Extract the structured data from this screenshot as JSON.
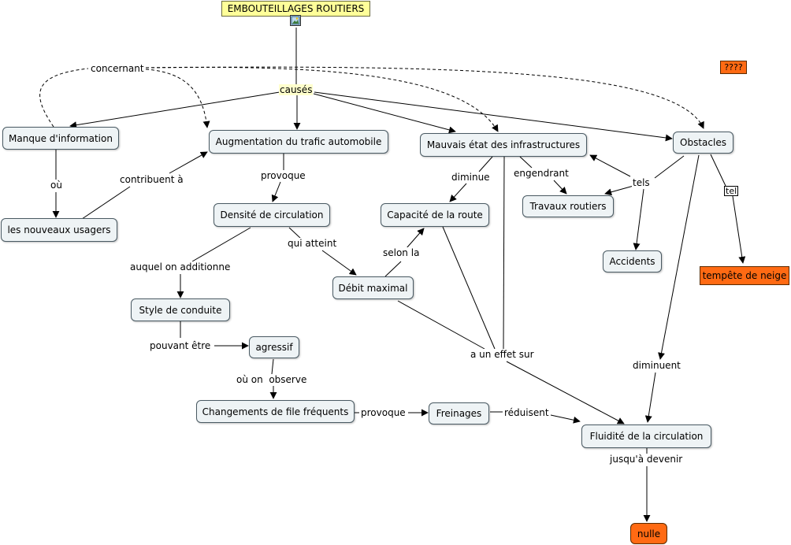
{
  "nodes": {
    "title": "EMBOUTEILLAGES ROUTIERS",
    "unknown": "????",
    "manque": "Manque d'information",
    "augmentation": "Augmentation du trafic automobile",
    "mauvais": "Mauvais état des infrastructures",
    "obstacles": "Obstacles",
    "nouveaux": "les nouveaux usagers",
    "densite": "Densité de circulation",
    "capacite": "Capacité de la route",
    "travaux": "Travaux routiers",
    "accidents": "Accidents",
    "tempete": "tempête de neige",
    "style": "Style de conduite",
    "debit": "Débit maximal",
    "agressif": "agressif",
    "changements": "Changements de file fréquents",
    "freinages": "Freinages",
    "fluidite": "Fluidité de la circulation",
    "nulle": "nulle"
  },
  "labels": {
    "concernant": "concernant",
    "causes": "causés",
    "ou": "où",
    "contribuent": "contribuent à",
    "provoque1": "provoque",
    "diminue": "diminue",
    "engendrant": "engendrant",
    "tels": "tels",
    "tel": "tel",
    "qui_atteint": "qui atteint",
    "selon_la": "selon la",
    "auquel": "auquel on additionne",
    "pouvant": "pouvant être",
    "ou_on": "où on  observe",
    "effet": "a un effet sur",
    "diminuent": "diminuent",
    "provoque2": "provoque",
    "reduisent": "réduisent",
    "jusqu": "jusqu'à devenir"
  },
  "icons": {
    "title_attachment": "image-attachment-icon"
  },
  "colors": {
    "node_fill": "#eef3f5",
    "orange": "#ff6a13",
    "title_fill": "#ffff99",
    "link_label_highlight": "#ffffcc"
  }
}
